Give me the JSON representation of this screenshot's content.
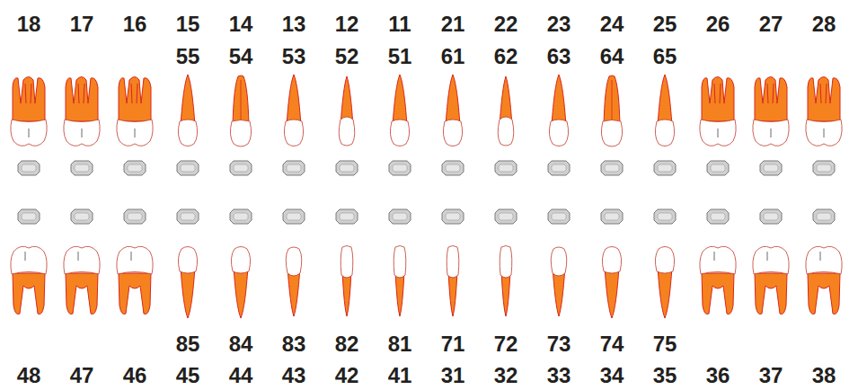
{
  "diagram": {
    "labels": [
      "18",
      "17",
      "16",
      "15",
      "14",
      "13",
      "12",
      "11",
      "21",
      "22",
      "23",
      "24",
      "25",
      "26",
      "27",
      "28",
      "55",
      "54",
      "53",
      "52",
      "51",
      "61",
      "62",
      "63",
      "64",
      "65",
      "85",
      "84",
      "83",
      "82",
      "81",
      "71",
      "72",
      "73",
      "74",
      "75",
      "48",
      "47",
      "46",
      "45",
      "44",
      "43",
      "42",
      "41",
      "31",
      "32",
      "33",
      "34",
      "35",
      "36",
      "37",
      "38"
    ]
  }
}
